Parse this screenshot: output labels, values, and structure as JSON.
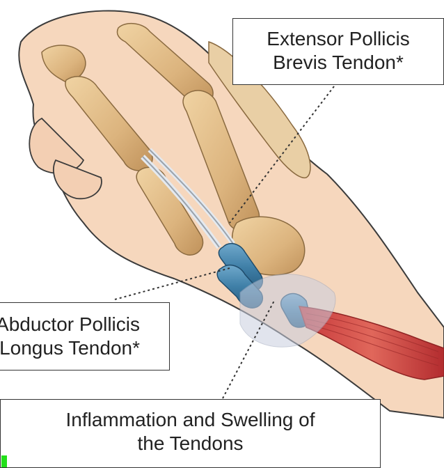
{
  "labels": {
    "extensor": {
      "line1": "Extensor Pollicis",
      "line2": "Brevis Tendon*"
    },
    "abductor": {
      "line1": "Abductor Pollicis",
      "line2": "Longus Tendon*"
    },
    "inflammation": {
      "line1": "Inflammation and Swelling of",
      "line2": "the Tendons"
    }
  },
  "colors": {
    "skin": "#f6d7bd",
    "skin_outline": "#3b3b3b",
    "bone": "#e2c08c",
    "bone_shadow": "#b98c56",
    "tendon": "#dfe5ec",
    "tendon_swollen": "#3f7fa7",
    "muscle": "#d0453c",
    "retinaculum": "#c9cfe0",
    "cursor_marker": "#22e01a"
  }
}
